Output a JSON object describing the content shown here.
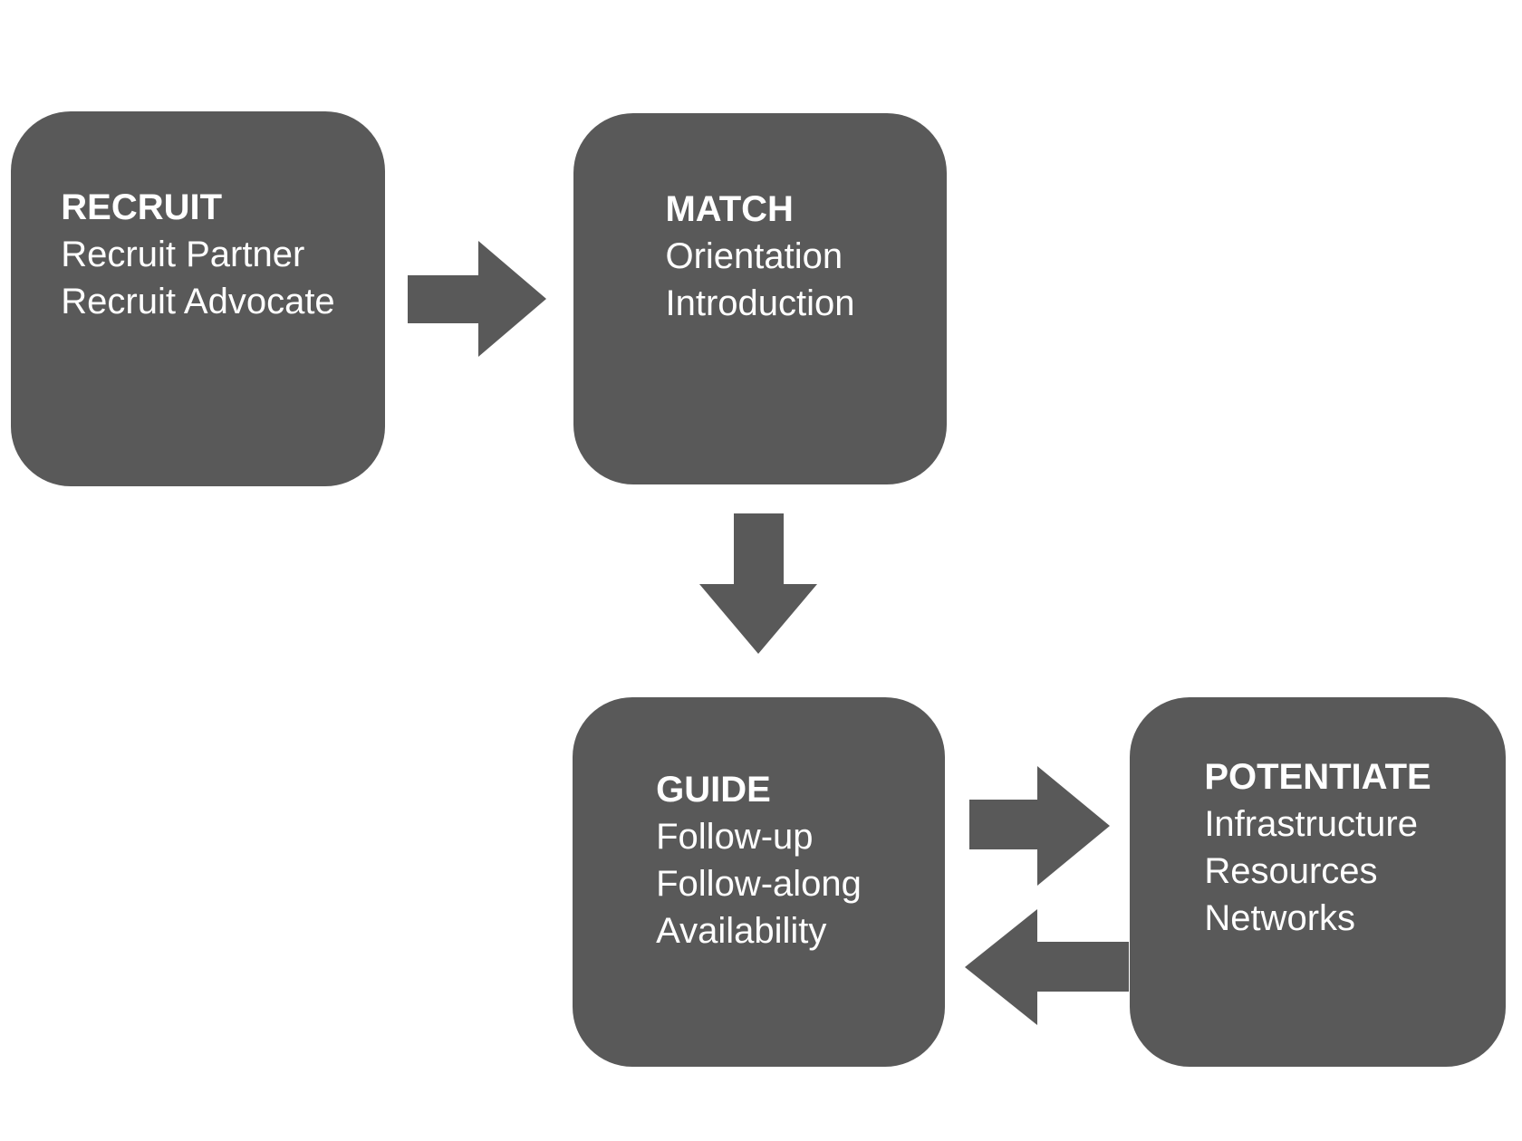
{
  "diagram": {
    "colors": {
      "background": "#ffffff",
      "box": "#595959",
      "text": "#ffffff"
    },
    "nodes": [
      {
        "id": "recruit",
        "title": "RECRUIT",
        "items": [
          "Recruit Partner",
          "Recruit Advocate"
        ]
      },
      {
        "id": "match",
        "title": "MATCH",
        "items": [
          "Orientation",
          "Introduction"
        ]
      },
      {
        "id": "guide",
        "title": "GUIDE",
        "items": [
          "Follow-up",
          "Follow-along",
          "Availability"
        ]
      },
      {
        "id": "potentiate",
        "title": "POTENTIATE",
        "items": [
          "Infrastructure",
          "Resources",
          "Networks"
        ]
      }
    ],
    "arrows": [
      {
        "from": "RECRUIT",
        "to": "MATCH",
        "direction": "right"
      },
      {
        "from": "MATCH",
        "to": "GUIDE",
        "direction": "down"
      },
      {
        "from": "GUIDE",
        "to": "POTENTIATE",
        "direction": "right"
      },
      {
        "from": "POTENTIATE",
        "to": "GUIDE",
        "direction": "left"
      }
    ]
  }
}
